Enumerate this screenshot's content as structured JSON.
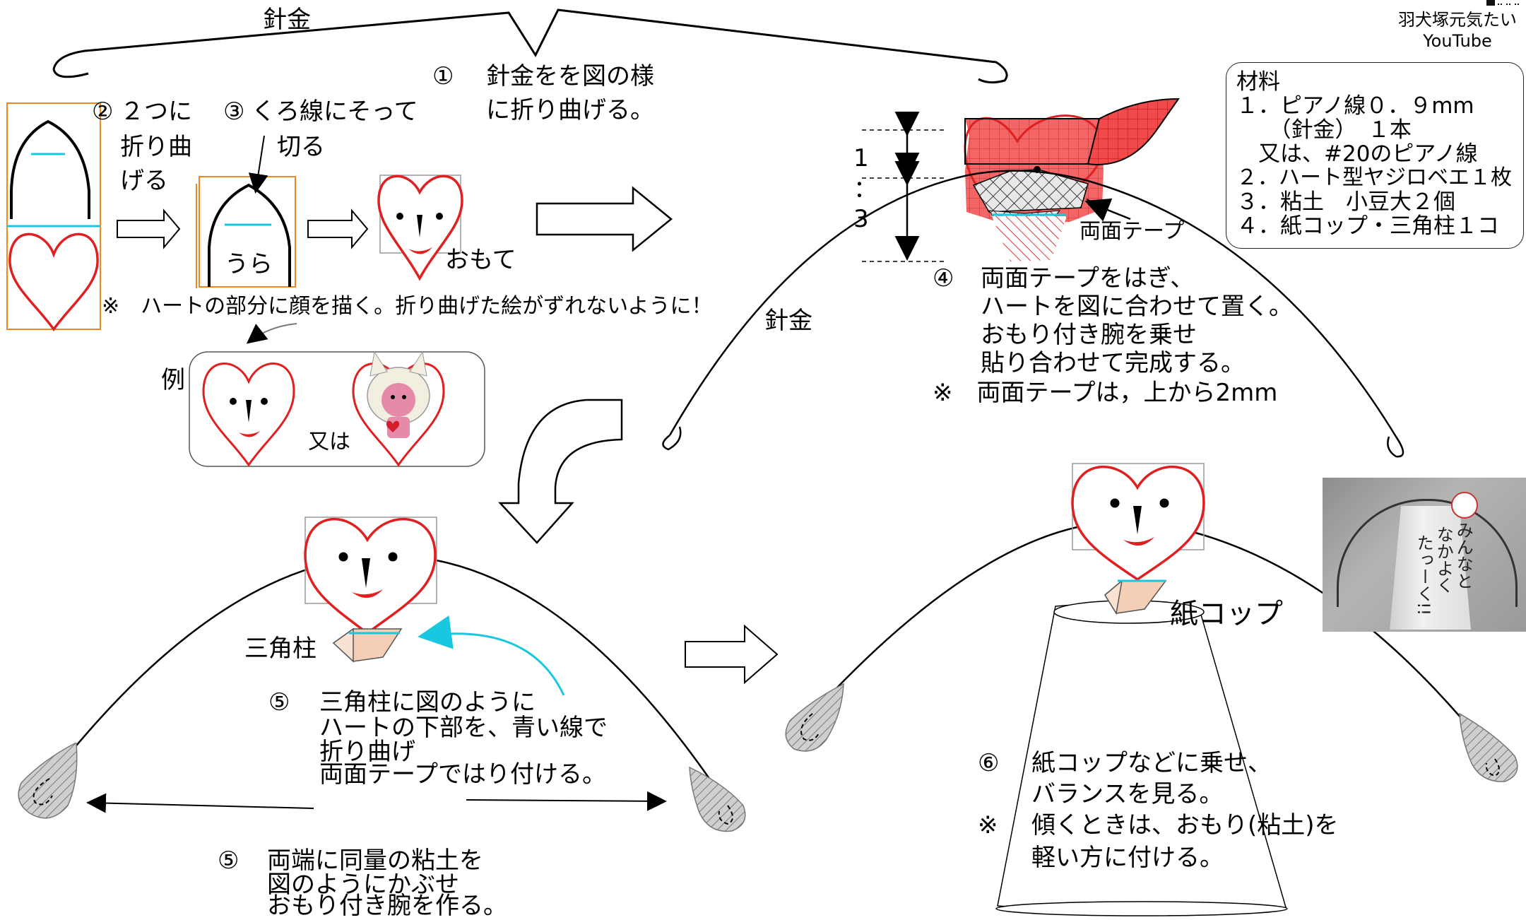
{
  "credit": {
    "name": "羽犬塚元気たい",
    "channel": "YouTube"
  },
  "labels": {
    "wire_top": "針金",
    "wire_mid": "針金",
    "ura": "うら",
    "omote": "おもて",
    "example": "例",
    "or": "又は",
    "double_tape": "両面テープ",
    "triangular_prism": "三角柱",
    "paper_cup": "紙コップ",
    "ratio_one": "1",
    "ratio_colon": "：",
    "ratio_three": "3"
  },
  "steps": {
    "s1": {
      "num": "①",
      "lines": [
        "針金をを図の様",
        "に折り曲げる。"
      ]
    },
    "s2": {
      "num": "②",
      "lines": [
        "２つに",
        "折り曲",
        "げる"
      ]
    },
    "s3": {
      "num": "③",
      "lines": [
        "くろ線にそって",
        "切る"
      ]
    },
    "note_face": "※　ハートの部分に顔を描く。折り曲げた絵がずれないように！",
    "s4": {
      "num": "④",
      "lines": [
        "両面テープをはぎ、",
        "ハートを図に合わせて置く。",
        "おもり付き腕を乗せ",
        "貼り合わせて完成する。"
      ]
    },
    "s4_note": "※　両面テープは，上から2mm",
    "s5a": {
      "num": "⑤",
      "lines": [
        "三角柱に図のように",
        "ハートの下部を、青い線で",
        "折り曲げ",
        "両面テープではり付ける。"
      ]
    },
    "s5b": {
      "num": "⑤",
      "lines": [
        "両端に同量の粘土を",
        "図のようにかぶせ",
        "おもり付き腕を作る。"
      ]
    },
    "s6": {
      "num": "⑥",
      "lines": [
        "紙コップなどに乗せ、",
        "バランスを見る。"
      ]
    },
    "s6_note_mark": "※",
    "s6_note": [
      "傾くときは、おもり(粘土)を",
      "軽い方に付ける。"
    ]
  },
  "materials": {
    "title": "材料",
    "items": [
      "１．ピアノ線０．９mm",
      "　　（針金）　１本",
      "　又は、#20のピアノ線",
      "２．ハート型ヤジロベエ１枚",
      "３．粘土　小豆大２個",
      "４．紙コップ・三角柱１コ"
    ]
  },
  "photo_text": [
    "みんなと",
    "なかよく",
    "たっーく!!"
  ],
  "colors": {
    "heart_red": "#e02020",
    "guide_cyan": "#19c8e0",
    "frame_orange": "#f08a1e",
    "clay_gray": "#bdbdbd"
  }
}
